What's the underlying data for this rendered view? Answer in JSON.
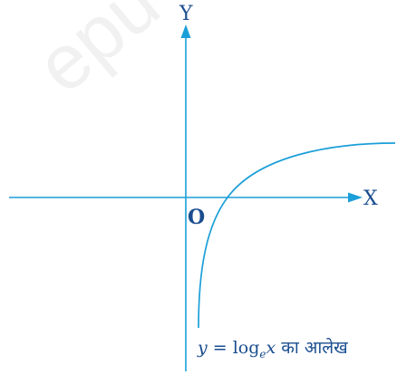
{
  "colors": {
    "axis": "#1a9fd8",
    "curve": "#1a9fd8",
    "text": "#1a4d8f"
  },
  "watermark": {
    "text": "epu"
  },
  "labels": {
    "y_axis": "Y",
    "x_axis": "X",
    "origin": "O"
  },
  "caption": {
    "prefix": "y",
    "equals": " = log",
    "base": "e",
    "variable": "x",
    "suffix": " का  आलेख"
  }
}
